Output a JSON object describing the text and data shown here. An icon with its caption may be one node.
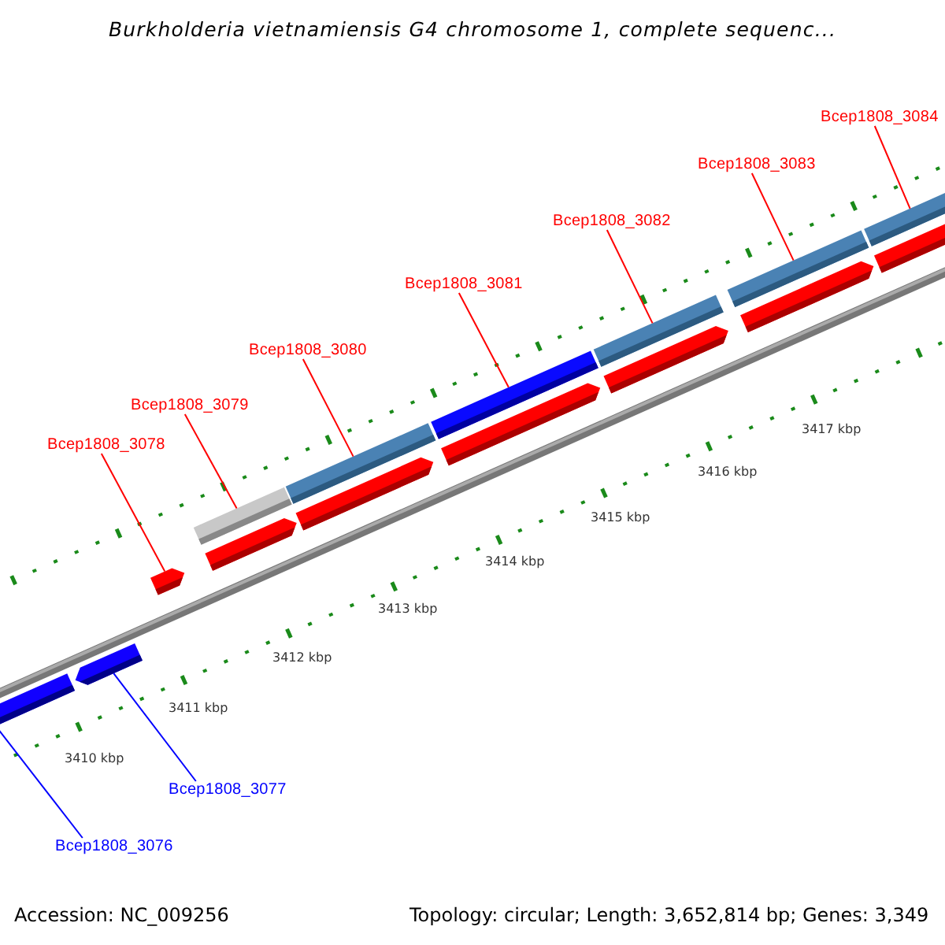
{
  "diagram": {
    "title": "Burkholderia vietnamiensis G4 chromosome 1, complete sequenc...",
    "nodes": [
      {
        "text": [
          "Bcep1808_3078"
        ]
      },
      {
        "text": [
          "Bcep1808_3079"
        ]
      },
      {
        "text": [
          "Bcep1808_3080"
        ]
      },
      {
        "text": [
          "Bcep1808_3081"
        ]
      },
      {
        "text": [
          "Bcep1808_3082"
        ]
      },
      {
        "text": [
          "Bcep1808_3083"
        ]
      },
      {
        "text": [
          "Bcep1808_3084"
        ]
      },
      {
        "text": [
          "Bcep1808_3077"
        ]
      },
      {
        "text": [
          "Bcep1808_3076"
        ]
      },
      {
        "text": [],
        "shape": "arrow"
      },
      {
        "text": [],
        "shape": "arrow"
      },
      {
        "text": [],
        "shape": "arrow"
      },
      {
        "text": [],
        "shape": "bar"
      },
      {
        "text": [],
        "shape": "bar"
      },
      {
        "text": [],
        "shape": "bar"
      },
      {
        "text": [],
        "shape": "bar"
      },
      {
        "text": [],
        "shape": "bar"
      },
      {
        "text": [],
        "shape": "bar"
      }
    ],
    "edges": [
      {
        "from": 0,
        "to": 11,
        "arrow": "none"
      },
      {
        "from": 1,
        "to": 12,
        "arrow": "none"
      },
      {
        "from": 2,
        "to": 13,
        "arrow": "none"
      },
      {
        "from": 3,
        "to": 14,
        "arrow": "none"
      },
      {
        "from": 4,
        "to": 15,
        "arrow": "none"
      },
      {
        "from": 5,
        "to": 16,
        "arrow": "none"
      },
      {
        "from": 6,
        "to": 17,
        "arrow": "none"
      },
      {
        "from": 7,
        "to": 10,
        "arrow": "none",
        "color": "#0000ff"
      },
      {
        "from": 8,
        "to": 9,
        "arrow": "none",
        "color": "#0000ff"
      }
    ],
    "labels": [
      "3417 kbp",
      "3416 kbp",
      "3415 kbp",
      "3414 kbp",
      "3413 kbp",
      "3412 kbp",
      "3411 kbp",
      "3410 kbp",
      "Accession: NC_009256",
      "Topology: circular; Length: 3,652,814 bp; Genes: 3,349"
    ]
  }
}
